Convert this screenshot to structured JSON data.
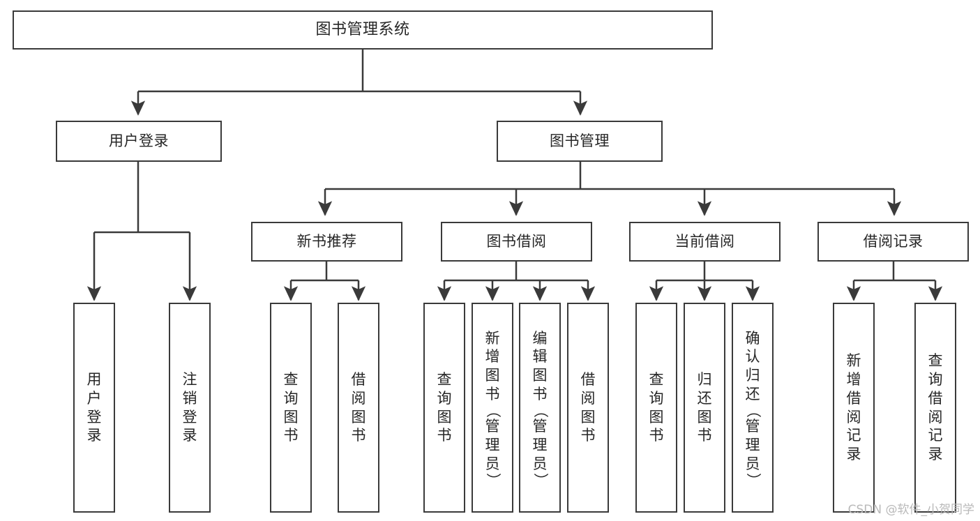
{
  "diagram": {
    "title": "图书管理系统",
    "watermark": "CSDN @软件_小贺同学",
    "colors": {
      "box_border": "#3a3a3a",
      "connector": "#3a3a3a",
      "text": "#262626",
      "background": "#ffffff",
      "watermark": "#b9b9b9"
    },
    "root": {
      "label": "图书管理系统"
    },
    "level2": [
      {
        "label": "用户登录"
      },
      {
        "label": "图书管理"
      }
    ],
    "level3": [
      {
        "label": "新书推荐"
      },
      {
        "label": "图书借阅"
      },
      {
        "label": "当前借阅"
      },
      {
        "label": "借阅记录"
      }
    ],
    "leaves": {
      "user_login": [
        {
          "label": "用户登录"
        },
        {
          "label": "注销登录"
        }
      ],
      "new_book_recommend": [
        {
          "label": "查询图书"
        },
        {
          "label": "借阅图书"
        }
      ],
      "book_borrow": [
        {
          "label": "查询图书"
        },
        {
          "label": "新增图书（管理员）"
        },
        {
          "label": "编辑图书（管理员）"
        },
        {
          "label": "借阅图书"
        }
      ],
      "current_borrow": [
        {
          "label": "查询图书"
        },
        {
          "label": "归还图书"
        },
        {
          "label": "确认归还（管理员）"
        }
      ],
      "borrow_records": [
        {
          "label": "新增借阅记录"
        },
        {
          "label": "查询借阅记录"
        }
      ]
    }
  }
}
